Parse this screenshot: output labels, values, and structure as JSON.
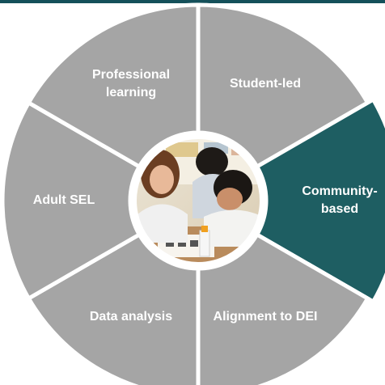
{
  "colors": {
    "top_bar": "#14505A",
    "segment_gray": "#A5A5A5",
    "segment_highlight": "#1E5E62",
    "separator": "#ffffff",
    "center_border": "#ffffff"
  },
  "center_image": {
    "icon": "children-classroom-photo"
  },
  "segments": [
    {
      "id": "student-led",
      "lines": [
        "Student-led"
      ],
      "highlight": false
    },
    {
      "id": "community",
      "lines": [
        "Community-",
        "based"
      ],
      "highlight": true
    },
    {
      "id": "alignment-dei",
      "lines": [
        "Alignment to DEI"
      ],
      "highlight": false
    },
    {
      "id": "data-analysis",
      "lines": [
        "Data analysis"
      ],
      "highlight": false
    },
    {
      "id": "adult-sel",
      "lines": [
        "Adult SEL"
      ],
      "highlight": false
    },
    {
      "id": "professional",
      "lines": [
        "Professional",
        "learning"
      ],
      "highlight": false
    }
  ]
}
